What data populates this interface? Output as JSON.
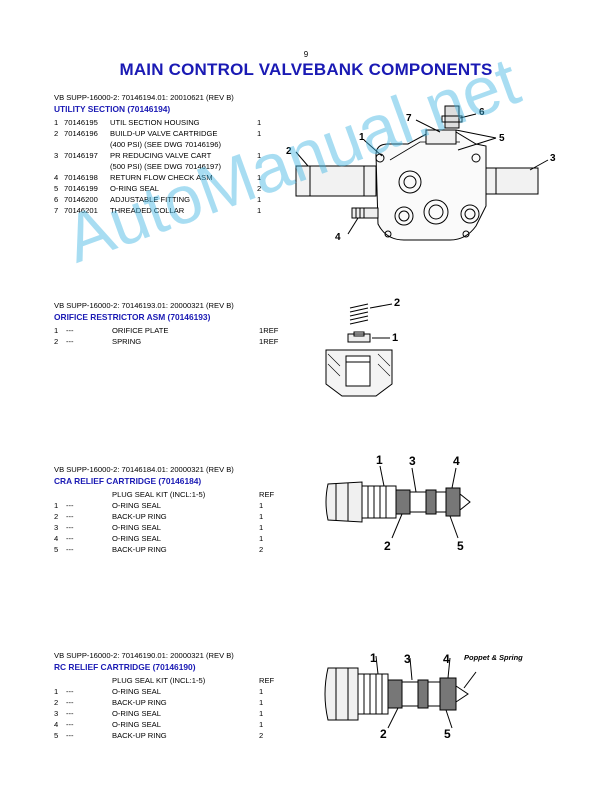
{
  "page_number": "9",
  "title": "MAIN CONTROL VALVEBANK COMPONENTS",
  "sections": [
    {
      "ref": "VB SUPP-16000-2: 70146194.01: 20010621 (REV B)",
      "heading": "UTILITY SECTION (70146194)",
      "rows": [
        {
          "num": "1",
          "part": "70146195",
          "desc": "UTIL SECTION HOUSING",
          "qty": "1"
        },
        {
          "num": "2",
          "part": "70146196",
          "desc": "BUILD-UP VALVE CARTRIDGE",
          "qty": "1"
        },
        {
          "num": "",
          "part": "",
          "desc": "(400 PSI) (SEE DWG 70146196)",
          "qty": ""
        },
        {
          "num": "3",
          "part": "70146197",
          "desc": "PR REDUCING VALVE CART",
          "qty": "1"
        },
        {
          "num": "",
          "part": "",
          "desc": "(500 PSI) (SEE DWG 70146197)",
          "qty": ""
        },
        {
          "num": "4",
          "part": "70146198",
          "desc": "RETURN FLOW CHECK ASM",
          "qty": "1"
        },
        {
          "num": "5",
          "part": "70146199",
          "desc": "O-RING SEAL",
          "qty": "2"
        },
        {
          "num": "6",
          "part": "70146200",
          "desc": "ADJUSTABLE FITTING",
          "qty": "1"
        },
        {
          "num": "7",
          "part": "70146201",
          "desc": "THREADED COLLAR",
          "qty": "1"
        }
      ],
      "callouts": [
        "1",
        "2",
        "3",
        "4",
        "5",
        "6",
        "7"
      ]
    },
    {
      "ref": "VB SUPP-16000-2: 70146193.01: 20000321 (REV B)",
      "heading": "ORIFICE RESTRICTOR ASM (70146193)",
      "rows": [
        {
          "num": "1",
          "part": "---",
          "desc": "ORIFICE PLATE",
          "qty": "1REF"
        },
        {
          "num": "2",
          "part": "---",
          "desc": "SPRING",
          "qty": "1REF"
        }
      ],
      "callouts": [
        "2",
        "1"
      ]
    },
    {
      "ref": "VB SUPP-16000-2: 70146184.01: 20000321 (REV B)",
      "heading": "CRA RELIEF CARTRIDGE (70146184)",
      "rows": [
        {
          "num": "",
          "part": "",
          "desc": "PLUG SEAL KIT (INCL:1-5)",
          "qty": "REF"
        },
        {
          "num": "1",
          "part": "---",
          "desc": "O-RING SEAL",
          "qty": "1"
        },
        {
          "num": "2",
          "part": "---",
          "desc": "BACK-UP RING",
          "qty": "1"
        },
        {
          "num": "3",
          "part": "---",
          "desc": "O-RING SEAL",
          "qty": "1"
        },
        {
          "num": "4",
          "part": "---",
          "desc": "O-RING SEAL",
          "qty": "1"
        },
        {
          "num": "5",
          "part": "---",
          "desc": "BACK-UP RING",
          "qty": "2"
        }
      ],
      "callouts": [
        "1",
        "3",
        "4",
        "2",
        "5"
      ]
    },
    {
      "ref": "VB SUPP-16000-2: 70146190.01: 20000321 (REV B)",
      "heading": "RC RELIEF CARTRIDGE (70146190)",
      "rows": [
        {
          "num": "",
          "part": "",
          "desc": "PLUG SEAL KIT (INCL:1-5)",
          "qty": "REF"
        },
        {
          "num": "1",
          "part": "---",
          "desc": "O-RING SEAL",
          "qty": "1"
        },
        {
          "num": "2",
          "part": "---",
          "desc": "BACK-UP RING",
          "qty": "1"
        },
        {
          "num": "3",
          "part": "---",
          "desc": "O-RING SEAL",
          "qty": "1"
        },
        {
          "num": "4",
          "part": "---",
          "desc": "O-RING SEAL",
          "qty": "1"
        },
        {
          "num": "5",
          "part": "---",
          "desc": "BACK-UP RING",
          "qty": "2"
        }
      ],
      "callouts": [
        "1",
        "3",
        "4",
        "2",
        "5"
      ],
      "note": "Poppet & Spring"
    }
  ],
  "watermark": "AutoManual.net",
  "colors": {
    "heading": "#1a1ab4",
    "watermark": "#3fb6e4"
  }
}
